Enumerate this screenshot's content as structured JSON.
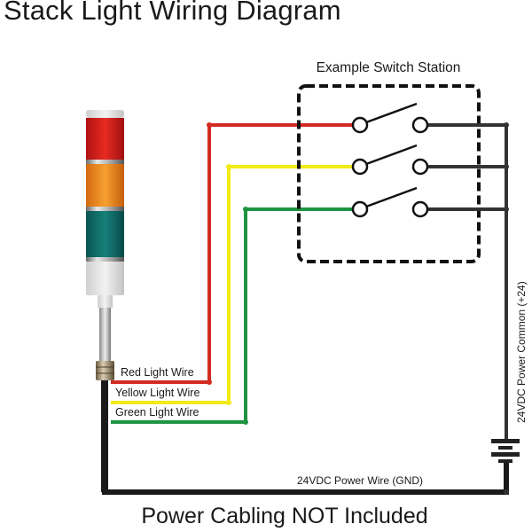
{
  "title": "Stack Light Wiring Diagram",
  "footer": "Power Cabling NOT Included",
  "switch_station": {
    "label": "Example Switch Station",
    "switch_count": 3
  },
  "wires": [
    {
      "id": "red",
      "label": "Red Light Wire",
      "color": "#d42a22"
    },
    {
      "id": "yellow",
      "label": "Yellow Light Wire",
      "color": "#f2ea17"
    },
    {
      "id": "green",
      "label": "Green Light Wire",
      "color": "#1e9440"
    }
  ],
  "power": {
    "common_label": "24VDC Power Common (+24)",
    "ground_label": "24VDC Power Wire (GND)",
    "wire_color": "#333333"
  },
  "stack_light": {
    "segments": [
      {
        "name": "red",
        "color": "#d71e1e"
      },
      {
        "name": "amber",
        "color": "#f08a1a"
      },
      {
        "name": "green",
        "color": "#0f6e6a"
      }
    ]
  }
}
